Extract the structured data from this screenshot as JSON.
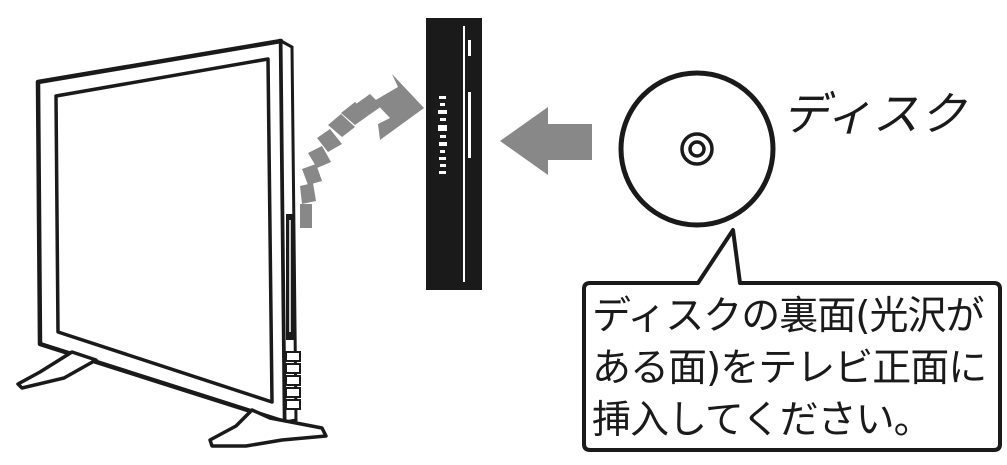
{
  "disc_label": "ディスク",
  "callout": {
    "lines": [
      "ディスクの裏面(光沢が",
      "ある面)をテレビ正面に",
      "挿入してください。"
    ]
  }
}
